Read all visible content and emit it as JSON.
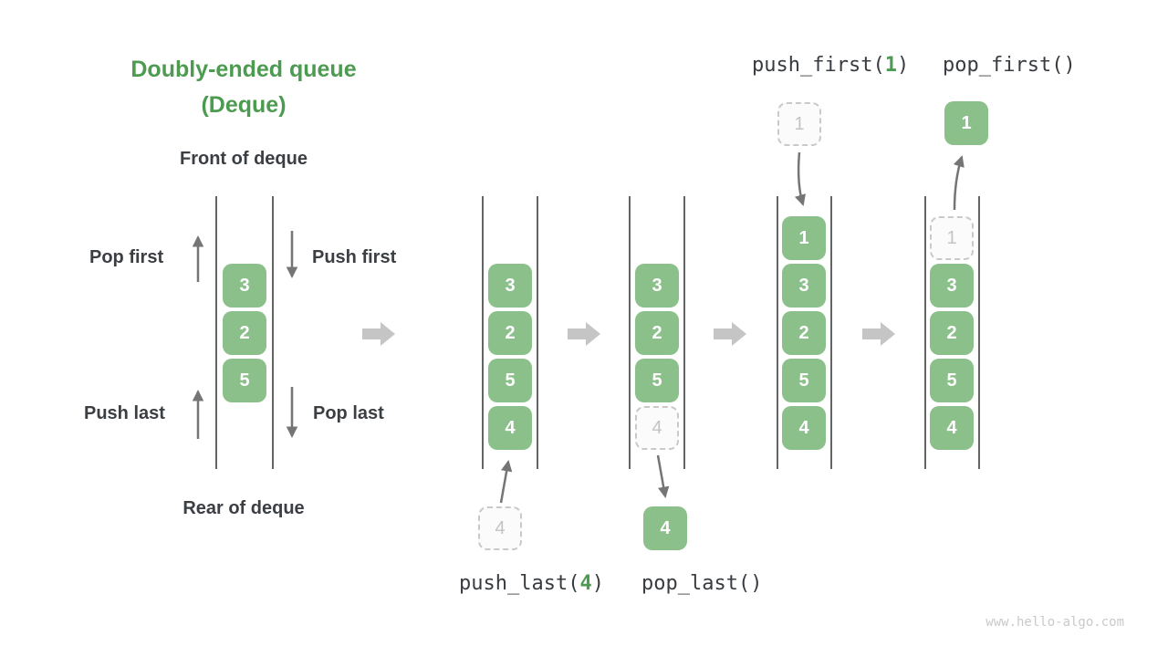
{
  "title": {
    "line1": "Doubly-ended queue",
    "line2": "(Deque)"
  },
  "labels": {
    "front": "Front of deque",
    "rear": "Rear of deque",
    "pop_first": "Pop first",
    "push_first": "Push first",
    "push_last": "Push last",
    "pop_last": "Pop last"
  },
  "queues": {
    "demo": {
      "values": [
        "3",
        "2",
        "5"
      ]
    },
    "q2": {
      "values": [
        "3",
        "2",
        "5",
        "4"
      ],
      "incoming": "4"
    },
    "q3": {
      "values": [
        "3",
        "2",
        "5"
      ],
      "removed": "4",
      "outgoing": "4"
    },
    "q4": {
      "values": [
        "1",
        "3",
        "2",
        "5",
        "4"
      ],
      "incoming": "1"
    },
    "q5": {
      "values": [
        "3",
        "2",
        "5",
        "4"
      ],
      "removed": "1",
      "outgoing": "1"
    }
  },
  "code": {
    "push_last": {
      "prefix": "push_last(",
      "arg": "4",
      "suffix": ")"
    },
    "pop_last": {
      "text": "pop_last()"
    },
    "push_first": {
      "prefix": "push_first(",
      "arg": "1",
      "suffix": ")"
    },
    "pop_first": {
      "text": "pop_first()"
    }
  },
  "watermark": {
    "text": "www.hello-algo.com"
  },
  "colors": {
    "accent_green": "#4c9b50",
    "cell_green": "#8bc08b",
    "thin_arrow_gray": "#757575",
    "block_arrow_gray": "#c5c5c5",
    "dashed_gray": "#c9c9c9",
    "text_dark": "#3b3e42"
  }
}
